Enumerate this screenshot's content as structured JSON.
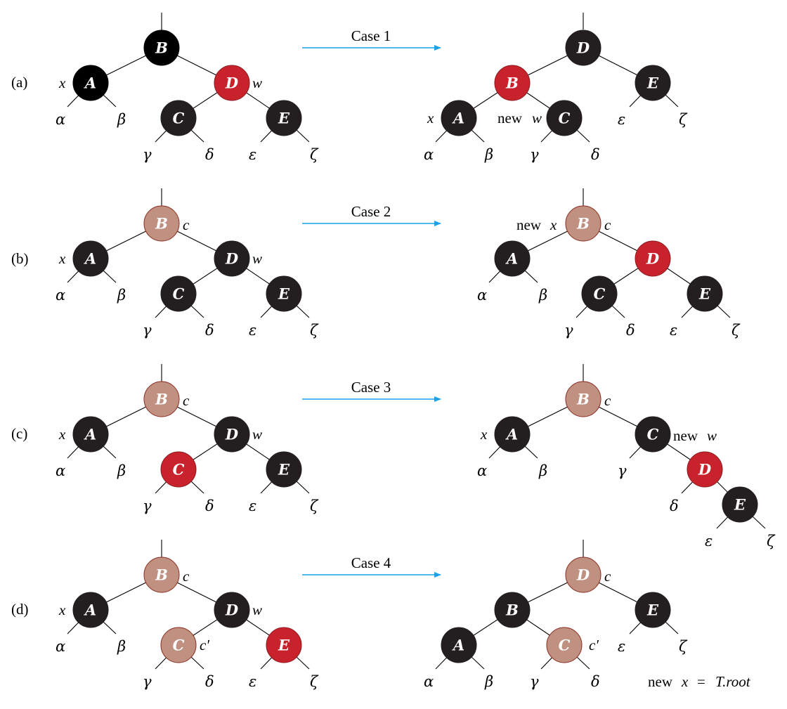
{
  "colors": {
    "black": "#231f20",
    "red": "#c8232c",
    "gray": "#c09080",
    "gray_stroke": "#8c2a1f",
    "arrow": "#1aa3e8"
  },
  "labels": {
    "A": "A",
    "B": "B",
    "C": "C",
    "D": "D",
    "E": "E",
    "alpha": "α",
    "beta": "β",
    "gamma": "γ",
    "delta": "δ",
    "epsilon": "ε",
    "zeta": "ζ",
    "x": "x",
    "w": "w",
    "c": "c",
    "c_prime": "c′",
    "new": "new",
    "equals": "=",
    "T_root": "T.root"
  },
  "rows": [
    {
      "label": "(a)",
      "case": "Case 1"
    },
    {
      "label": "(b)",
      "case": "Case 2"
    },
    {
      "label": "(c)",
      "case": "Case 3"
    },
    {
      "label": "(d)",
      "case": "Case 4"
    }
  ]
}
